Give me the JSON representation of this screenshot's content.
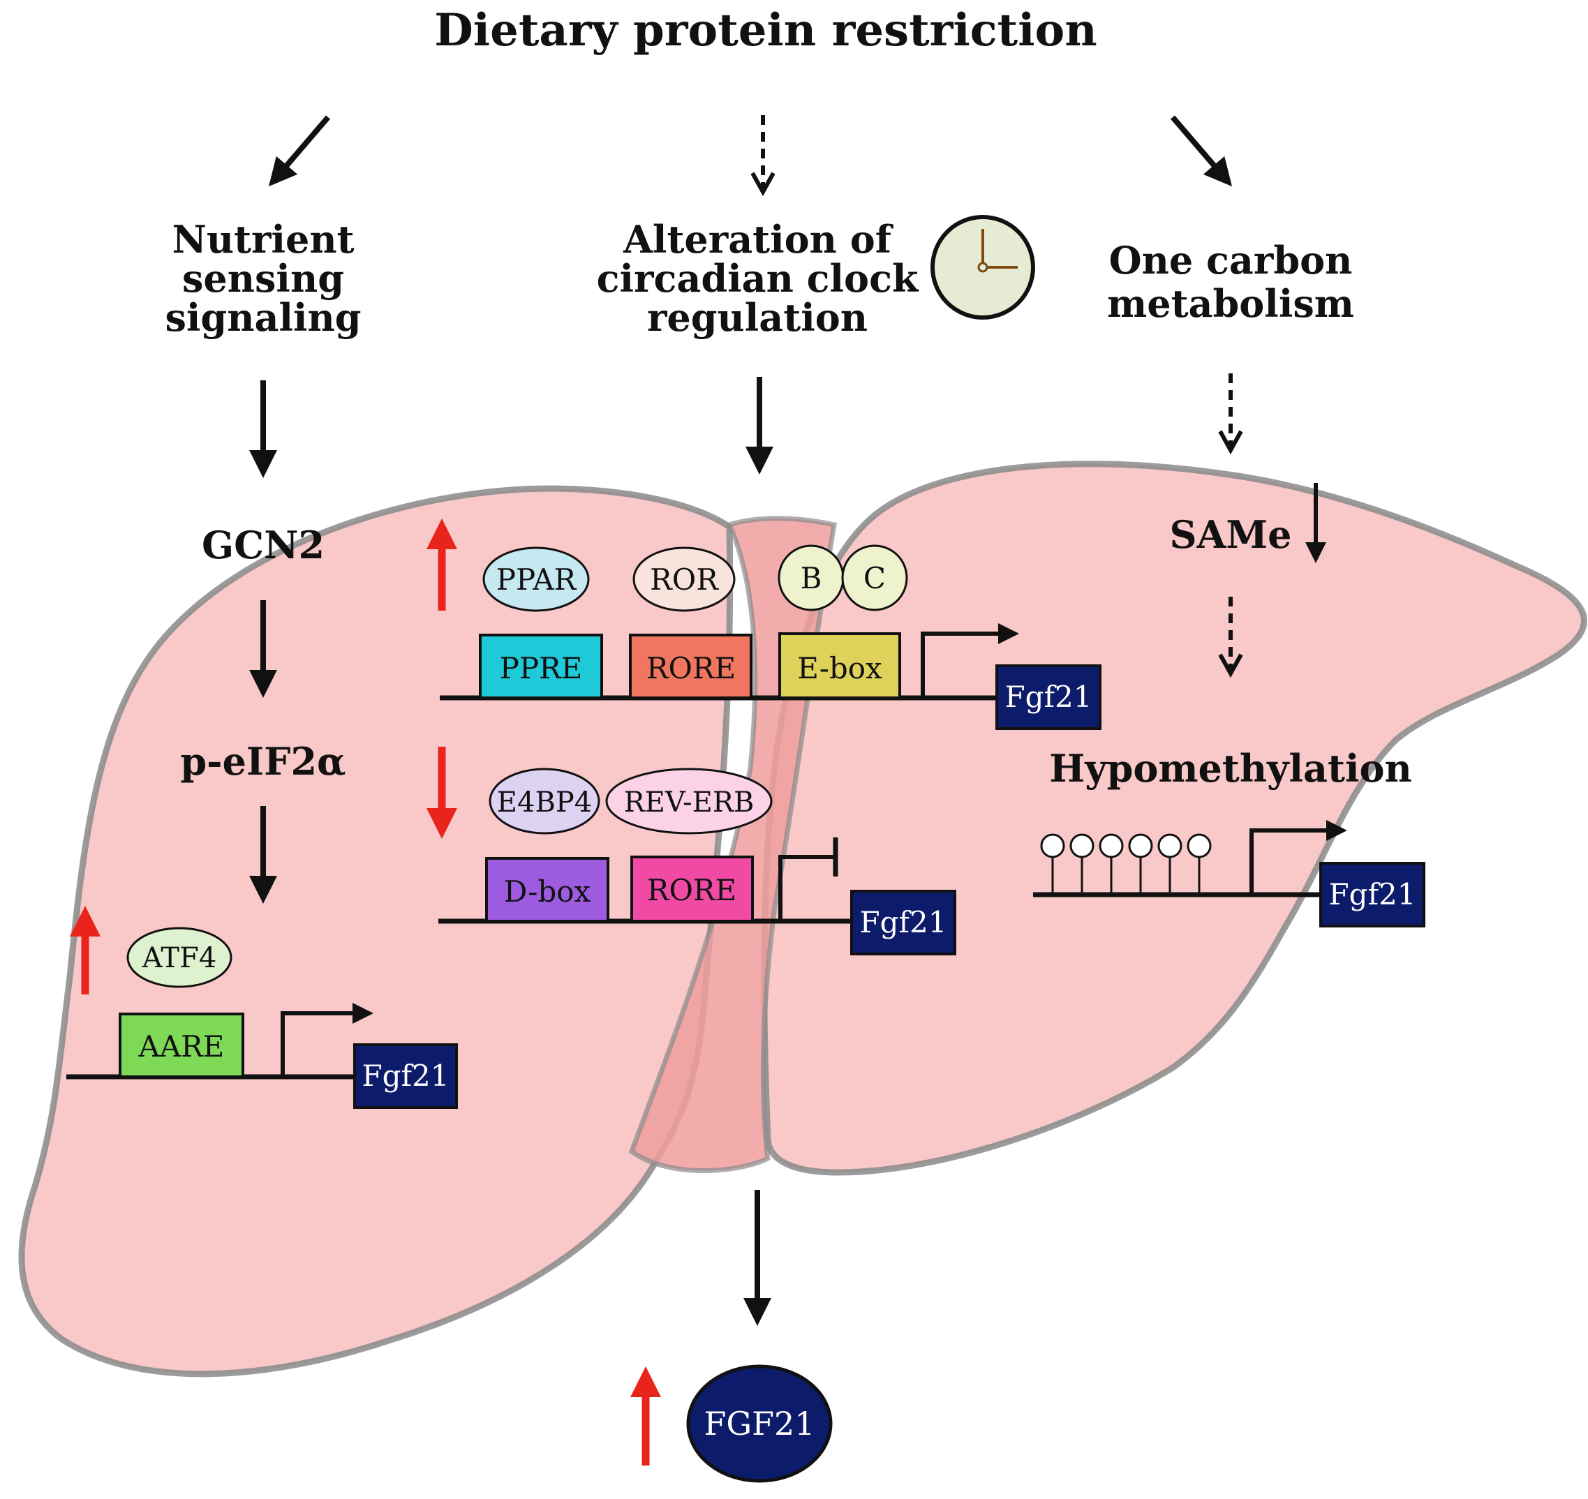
{
  "title": "Dietary protein restriction",
  "pathways": {
    "nutrient": {
      "label_lines": [
        "Nutrient",
        "sensing",
        "signaling"
      ],
      "steps": [
        "GCN2",
        "p-eIF2α"
      ],
      "factor": "ATF4",
      "element": "AARE",
      "gene": "Fgf21",
      "factor_color": "#dff2d0",
      "element_color": "#7ed957"
    },
    "circadian": {
      "label_lines": [
        "Alteration of",
        "circadian clock",
        "regulation"
      ],
      "up_factors": [
        "PPAR",
        "ROR",
        "B",
        "C"
      ],
      "up_elements": [
        "PPRE",
        "RORE",
        "E-box"
      ],
      "down_factors": [
        "E4BP4",
        "REV-ERB"
      ],
      "down_elements": [
        "D-box",
        "RORE"
      ],
      "gene": "Fgf21",
      "colors": {
        "ppar": "#c6e8f0",
        "ror": "#f9e4dd",
        "bc": "#eef2cd",
        "ppre": "#1ec9d8",
        "rore_up": "#f07660",
        "ebox": "#dfd25a",
        "e4bp4": "#dcd2f2",
        "reverb": "#fbd2e6",
        "dbox": "#9d5ce0",
        "rore_down": "#f04aa5"
      },
      "icon": "clock-icon"
    },
    "one_carbon": {
      "label_lines": [
        "One carbon",
        "metabolism"
      ],
      "metabolite": "SAMe",
      "outcome": "Hypomethylation",
      "gene": "Fgf21",
      "cpg_count": 6
    }
  },
  "output": {
    "label": "FGF21",
    "color": "#0d1b6b"
  },
  "colors": {
    "liver_fill": "#f9c8c8",
    "liver_stroke": "#8a8a8a",
    "gene_box": "#0d1b6b",
    "up_arrow": "#e8241c",
    "down_arrow": "#e8241c"
  }
}
